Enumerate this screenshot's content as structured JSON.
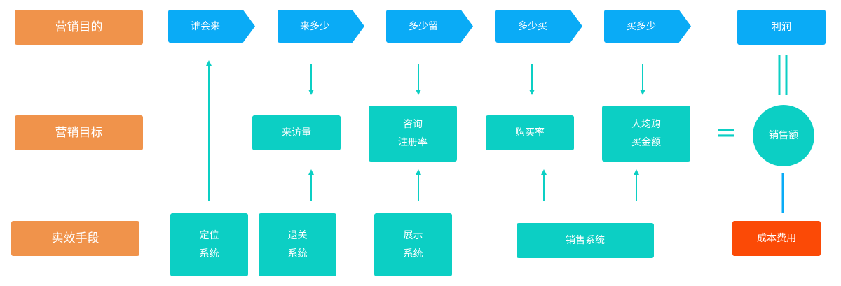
{
  "row_labels": {
    "purpose": "营销目的",
    "goals": "营销目标",
    "means": "实效手段"
  },
  "purpose_steps": [
    "谁会来",
    "来多少",
    "多少留",
    "多少买",
    "买多少"
  ],
  "profit": "利润",
  "goals": {
    "visits": "来访量",
    "consult_line1": "咨询",
    "consult_line2": "注册率",
    "purchase_rate": "购买率",
    "avg_line1": "人均购",
    "avg_line2": "买金额",
    "sales": "销售额",
    "equals": "="
  },
  "means": {
    "position_line1": "定位",
    "position_line2": "系统",
    "tuiguan_line1": "退关",
    "tuiguan_line2": "系统",
    "display_line1": "展示",
    "display_line2": "系统",
    "sales_system": "销售系统",
    "cost": "成本费用"
  },
  "colors": {
    "orange": "#f0934b",
    "blue": "#0aabf6",
    "teal": "#0ccfc4",
    "red": "#fb4a06"
  }
}
